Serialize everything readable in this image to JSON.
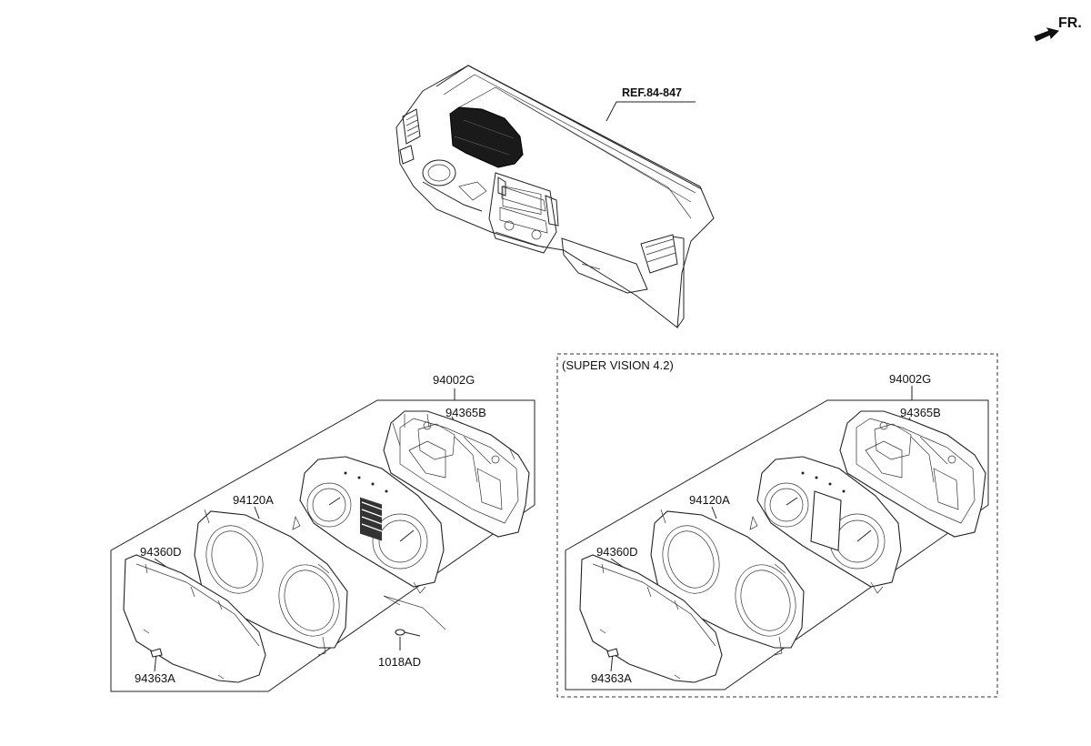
{
  "header": {
    "direction_label": "FR.",
    "direction_icon": "arrow-front-icon"
  },
  "overview": {
    "reference_label": "REF.84-847"
  },
  "standard_cluster": {
    "labels": {
      "assembly": "94002G",
      "rear_case": "94365B",
      "window_frame": "94120A",
      "front_glass": "94360D",
      "clip": "94363A",
      "screw": "1018AD"
    }
  },
  "supervision_cluster": {
    "variant_title": "(SUPER VISION 4.2)",
    "labels": {
      "assembly": "94002G",
      "rear_case": "94365B",
      "window_frame": "94120A",
      "front_glass": "94360D",
      "clip": "94363A"
    }
  }
}
